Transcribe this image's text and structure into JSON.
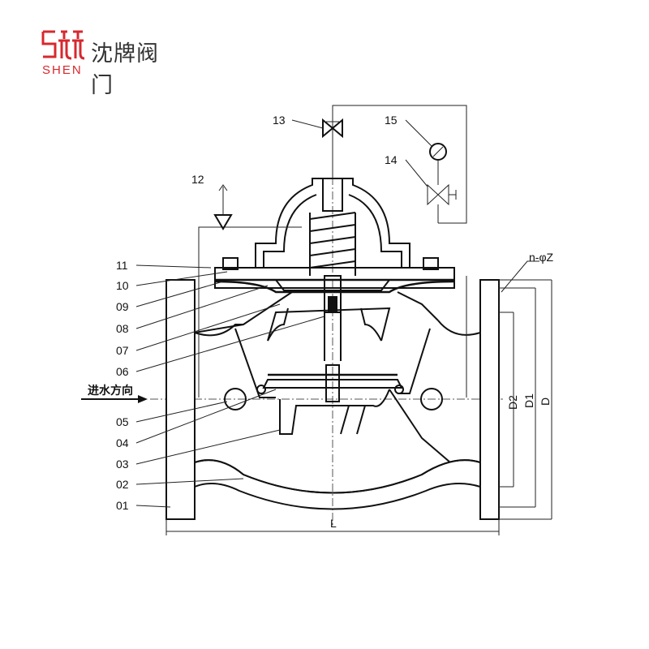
{
  "logo": {
    "mark_color": "#d7282f",
    "english": "SHEN",
    "chinese": "沈牌阀门"
  },
  "diagram": {
    "flow_label": "进水方向",
    "part_labels": [
      "01",
      "02",
      "03",
      "04",
      "05",
      "06",
      "07",
      "08",
      "09",
      "10",
      "11",
      "12",
      "13",
      "14",
      "15"
    ],
    "dimensions": {
      "length": "L",
      "bolt_holes": "n-φZ",
      "d2": "D2",
      "d1": "D1",
      "d": "D"
    }
  }
}
